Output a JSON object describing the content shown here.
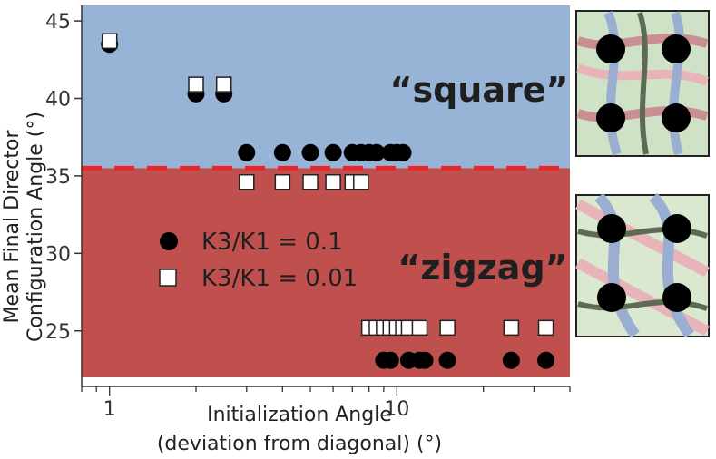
{
  "chart_data": {
    "type": "scatter",
    "xlabel": "Initialization Angle",
    "xlabel_sub": "(deviation from diagonal) (°)",
    "ylabel": "Mean Final Director",
    "ylabel_sub": "Configuration Angle (°)",
    "x_scale": "log",
    "xlim": [
      0.8,
      40
    ],
    "ylim": [
      22,
      46
    ],
    "x_ticks": [
      1,
      10
    ],
    "x_tick_labels": [
      "1",
      "10"
    ],
    "y_ticks": [
      25,
      30,
      35,
      40,
      45
    ],
    "y_tick_labels": [
      "25",
      "30",
      "35",
      "40",
      "45"
    ],
    "threshold": 35.5,
    "regions": [
      {
        "label": "“square”",
        "y_from": 35.5,
        "y_to": 46,
        "color": "#97b3d6"
      },
      {
        "label": "“zigzag”",
        "y_from": 22,
        "y_to": 35.5,
        "color": "#c0504d"
      }
    ],
    "threshold_color": "#e8262a",
    "legend_position": "middle-left",
    "series": [
      {
        "name": "K3/K1 = 0.1",
        "marker": "filled-circle",
        "color": "#000000",
        "points": [
          [
            1,
            43.5
          ],
          [
            2,
            40.3
          ],
          [
            2.5,
            40.3
          ],
          [
            3,
            36.5
          ],
          [
            4,
            36.5
          ],
          [
            5,
            36.5
          ],
          [
            6,
            36.5
          ],
          [
            7,
            36.5
          ],
          [
            7.5,
            36.5
          ],
          [
            8,
            36.5
          ],
          [
            8.5,
            36.5
          ],
          [
            9.5,
            36.5
          ],
          [
            10,
            36.5
          ],
          [
            10.5,
            36.5
          ],
          [
            9,
            23.1
          ],
          [
            9.5,
            23.1
          ],
          [
            11,
            23.1
          ],
          [
            12,
            23.1
          ],
          [
            12.5,
            23.1
          ],
          [
            15,
            23.1
          ],
          [
            25,
            23.1
          ],
          [
            33,
            23.1
          ]
        ]
      },
      {
        "name": "K3/K1 = 0.01",
        "marker": "open-square",
        "color": "#ffffff",
        "points": [
          [
            1,
            43.7
          ],
          [
            2,
            40.9
          ],
          [
            2.5,
            40.9
          ],
          [
            3,
            34.6
          ],
          [
            4,
            34.6
          ],
          [
            5,
            34.6
          ],
          [
            6,
            34.6
          ],
          [
            7,
            34.6
          ],
          [
            7.5,
            34.6
          ],
          [
            8,
            25.2
          ],
          [
            8.5,
            25.2
          ],
          [
            9,
            25.2
          ],
          [
            9.5,
            25.2
          ],
          [
            10,
            25.2
          ],
          [
            10.5,
            25.2
          ],
          [
            11,
            25.2
          ],
          [
            12,
            25.2
          ],
          [
            15,
            25.2
          ],
          [
            25,
            25.2
          ],
          [
            33,
            25.2
          ]
        ]
      }
    ]
  }
}
